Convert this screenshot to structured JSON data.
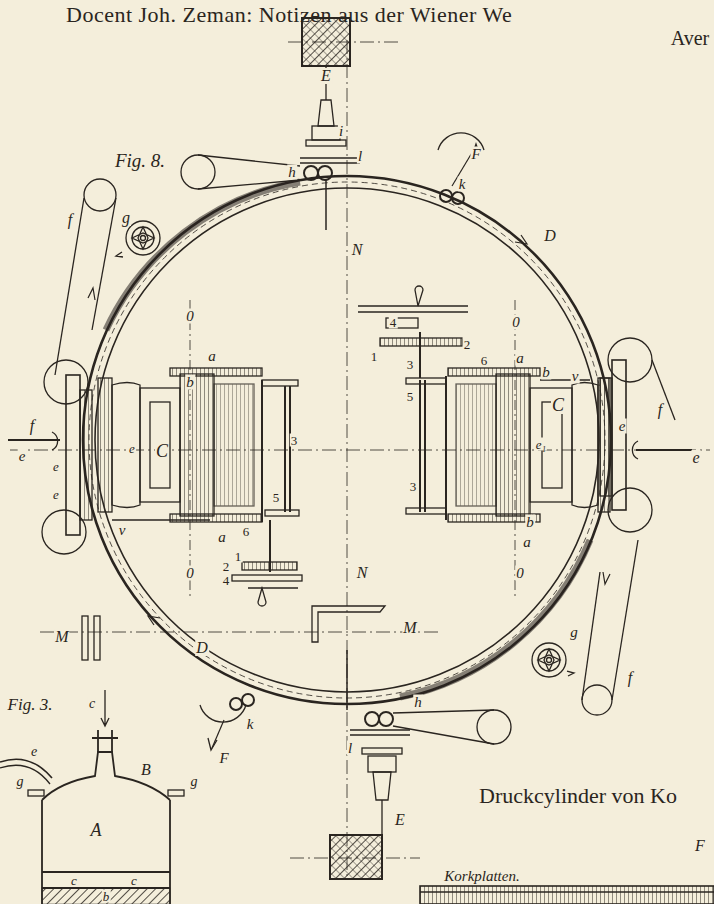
{
  "diagram": {
    "title": "Docent Joh. Zeman: Notizen aus der Wiener We",
    "labels": [
      "Aver",
      "Fig. 8.",
      "E",
      "i",
      "l",
      "h",
      "F",
      "k",
      "D",
      "f",
      "g",
      "N",
      "0",
      "0",
      "4",
      "2",
      "1",
      "3",
      "5",
      "6",
      "a",
      "b",
      "v",
      "C",
      "e₁",
      "e",
      "f",
      "e",
      "3",
      "b",
      "a",
      "0",
      "a",
      "b",
      "f",
      "e",
      "e",
      "e",
      "e",
      "C",
      "3",
      "v",
      "a",
      "6",
      "5",
      "1",
      "2",
      "4",
      "0",
      "N",
      "M",
      "M",
      "D",
      "g",
      "f",
      "k",
      "F",
      "h",
      "l",
      "E",
      "Fig. 3.",
      "c",
      "e",
      "B",
      "g",
      "g",
      "A",
      "c",
      "c",
      "b",
      "Druckcylinder von Ko",
      "F",
      "Korkplatten."
    ]
  }
}
